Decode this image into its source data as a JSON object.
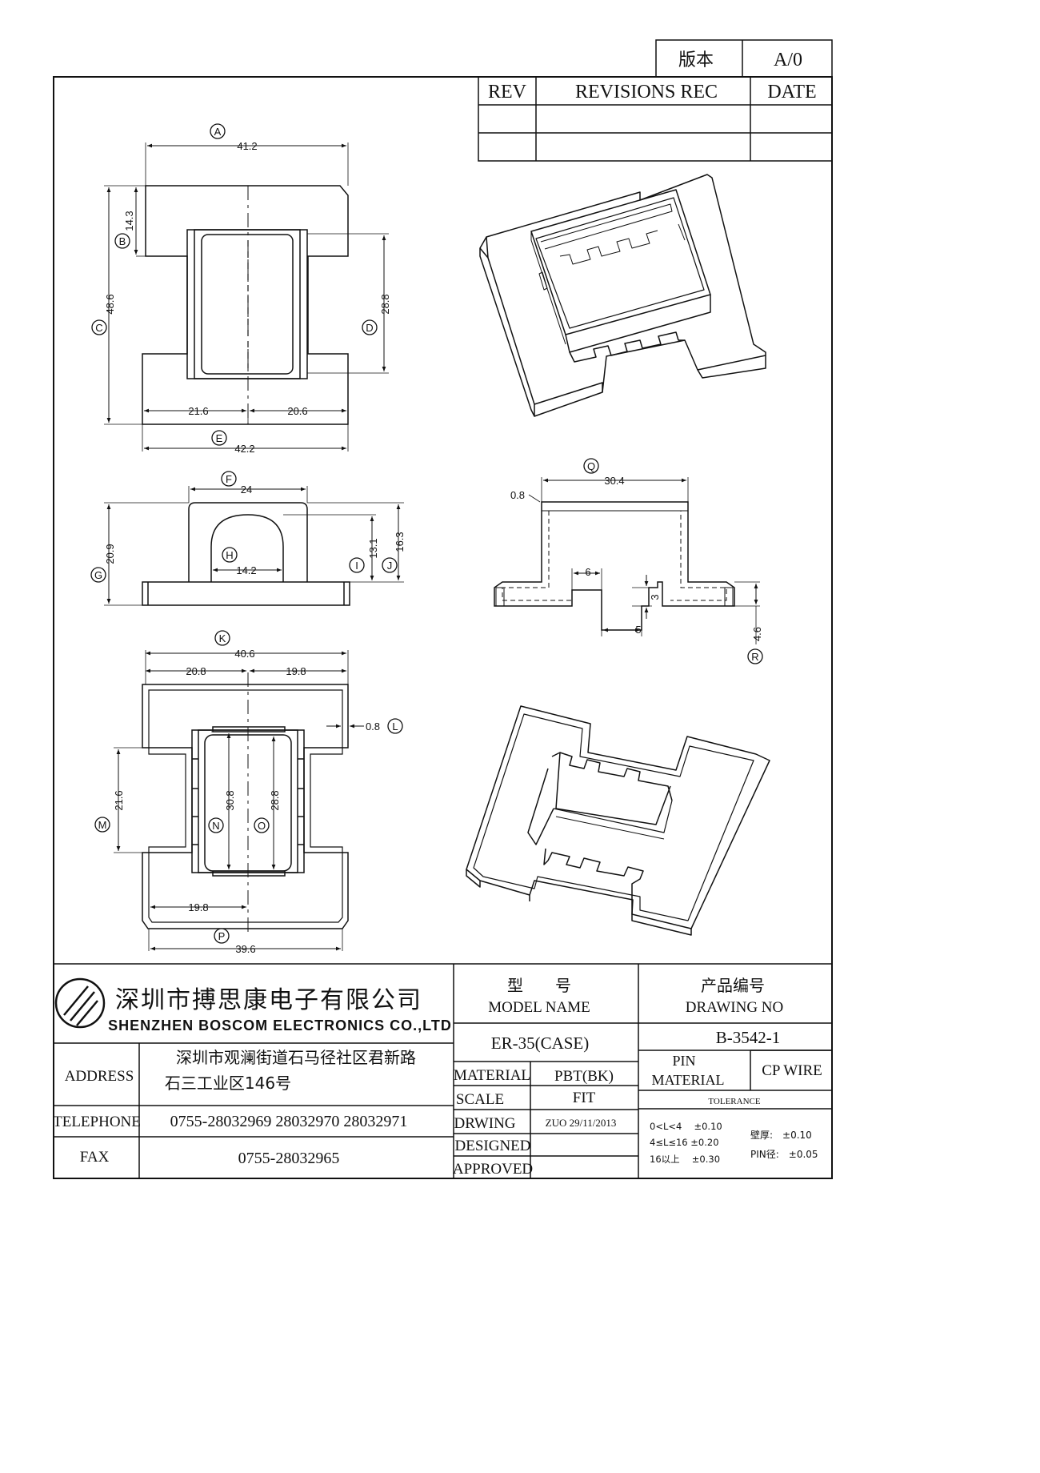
{
  "version_box": {
    "label": "版本",
    "value": "A/0"
  },
  "revision_table": {
    "headers": [
      "REV",
      "REVISIONS REC",
      "DATE"
    ]
  },
  "dims": {
    "A": "41.2",
    "B": "14.3",
    "C": "48.6",
    "D": "28.8",
    "E": "42.2",
    "E_left": "21.6",
    "E_right": "20.6",
    "F": "24",
    "G": "20.9",
    "H": "14.2",
    "I": "13.1",
    "J": "16.3",
    "K": "40.6",
    "K_left": "20.8",
    "K_right": "19.8",
    "L": "0.8",
    "M": "21.6",
    "N": "30.8",
    "O": "28.8",
    "P": "39.6",
    "P_left": "19.8",
    "Q": "30.4",
    "Q_wall": "0.8",
    "slot_w": "6",
    "slot_depth": "3",
    "slot_5": "5",
    "R": "4.6"
  },
  "letters": [
    "A",
    "B",
    "C",
    "D",
    "E",
    "F",
    "G",
    "H",
    "I",
    "J",
    "K",
    "L",
    "M",
    "N",
    "O",
    "P",
    "Q",
    "R"
  ],
  "company": {
    "name_cn": "深圳市搏思康电子有限公司",
    "name_en": "SHENZHEN BOSCOM ELECTRONICS CO.,LTD",
    "address_label": "ADDRESS",
    "address_line1": "深圳市观澜街道石马径社区君新路",
    "address_line2": "石三工业区146号",
    "telephone_label": "TELEPHONE",
    "telephone": "0755-28032969 28032970 28032971",
    "fax_label": "FAX",
    "fax": "0755-28032965"
  },
  "title_block": {
    "model_cn": "型　　号",
    "model_en": "MODEL NAME",
    "model_value": "ER-35(CASE)",
    "drawing_cn": "产品编号",
    "drawing_en": "DRAWING NO",
    "drawing_value": "B-3542-1",
    "material_label": "MATERIAL",
    "material_value": "PBT(BK)",
    "scale_label": "SCALE",
    "scale_value": "FIT",
    "drawing_label": "DRWING",
    "drawing_date": "ZUO 29/11/2013",
    "designed_label": "DESIGNED",
    "approved_label": "APPROVED",
    "pin_label": "PIN",
    "pin_material_label": "MATERIAL",
    "pin_material_value": "CP WIRE",
    "tolerance_label": "TOLERANCE",
    "tol_rows": [
      "0<L<4　 ±0.10",
      "4≤L≤16 ±0.20",
      "16以上　 ±0.30"
    ],
    "wall_tol": "壁厚:　±0.10",
    "pin_tol": "PIN径:　±0.05"
  },
  "colors": {
    "line": "#111111",
    "background": "#ffffff"
  }
}
